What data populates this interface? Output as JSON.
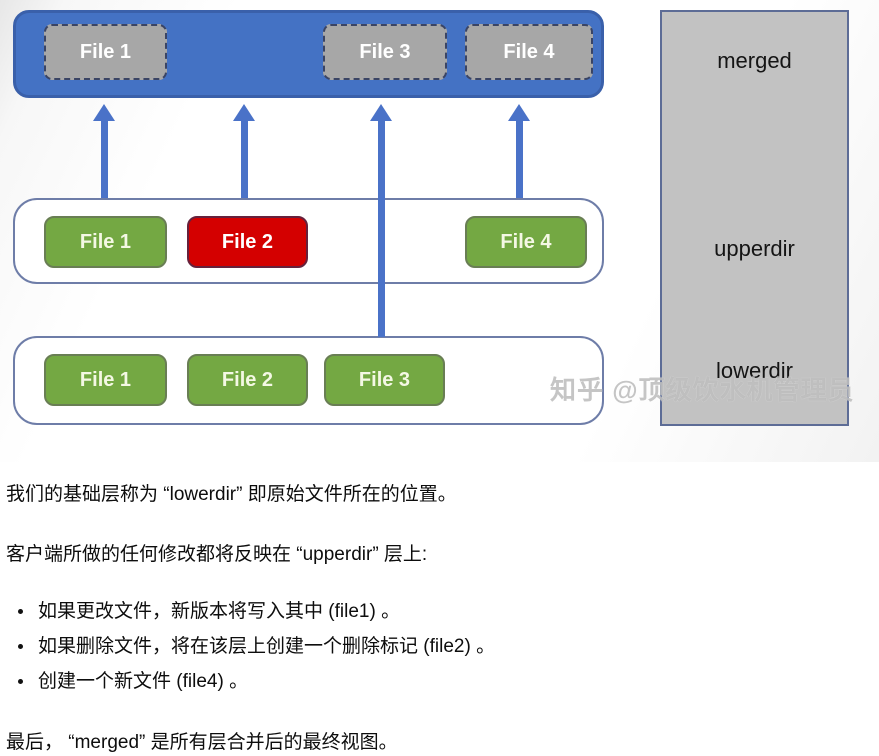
{
  "diagram": {
    "merged_bar": {
      "files": [
        "File 1",
        "File 3",
        "File 4"
      ]
    },
    "upper_box": {
      "files": [
        "File 1",
        "File 2",
        "File 4"
      ]
    },
    "lower_box": {
      "files": [
        "File 1",
        "File 2",
        "File 3"
      ]
    },
    "legend": {
      "merged": "merged",
      "upperdir": "upperdir",
      "lowerdir": "lowerdir"
    },
    "colors": {
      "bar_blue": "#4472c4",
      "file_gray": "#a7a7a7",
      "file_green": "#74a843",
      "file_red": "#d40000",
      "arrow_blue": "#4a72c8",
      "panel_gray": "#c2c2c2"
    }
  },
  "watermark": "知乎 @顶级饮水机管理员",
  "article": {
    "p1": "我们的基础层称为 “lowerdir” 即原始文件所在的位置。",
    "p2": "客户端所做的任何修改都将反映在 “upperdir” 层上:",
    "bullets": [
      "如果更改文件，新版本将写入其中 (file1) 。",
      "如果删除文件，将在该层上创建一个删除标记 (file2) 。",
      "创建一个新文件 (file4) 。"
    ],
    "p3": "最后， “merged” 是所有层合并后的最终视图。"
  }
}
